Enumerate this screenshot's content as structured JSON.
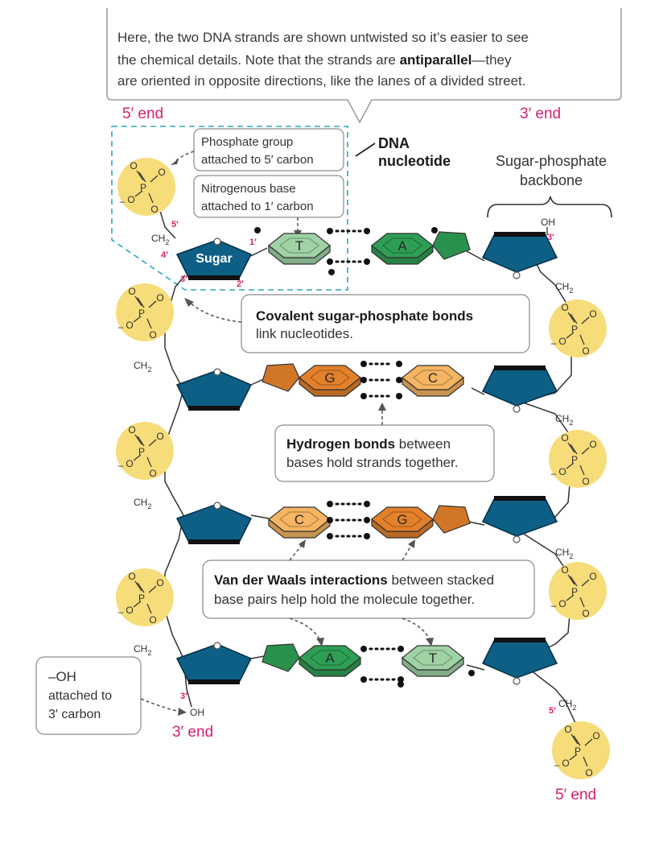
{
  "callouts": {
    "intro": {
      "line1": "Here, the two DNA strands are shown untwisted so it’s easier to see",
      "line2": "the chemical details. Note that the strands are",
      "line2_bold": "antiparallel",
      "line2_tail": "—they",
      "line3": "are oriented in opposite directions, like the lanes of a divided street."
    },
    "phosphate_group": {
      "line1": "Phosphate group",
      "line2": "attached to 5′ carbon"
    },
    "nitrogenous_base": {
      "line1": "Nitrogenous base",
      "line2": "attached to 1′ carbon"
    },
    "covalent": {
      "bold": "Covalent sugar-phosphate bonds",
      "line2": "link nucleotides."
    },
    "hydrogen": {
      "bold": "Hydrogen bonds",
      "tail": " between",
      "line2": "bases hold strands together."
    },
    "vdw": {
      "bold": "Van der Waals interactions",
      "tail": " between stacked",
      "line2": "base pairs help hold the molecule together."
    },
    "oh": {
      "line1": "–OH",
      "line2": "attached to",
      "line3": "3′ carbon"
    }
  },
  "labels": {
    "dna_nucleotide_1": "DNA",
    "dna_nucleotide_2": "nucleotide",
    "backbone_1": "Sugar-phosphate",
    "backbone_2": "backbone",
    "left_top_end": "5′ end",
    "right_top_end": "3′ end",
    "left_bottom_end": "3′ end",
    "right_bottom_end": "5′ end",
    "sugar": "Sugar"
  },
  "carbons": {
    "c5": "5′",
    "c4": "4′",
    "c3": "3′",
    "c2": "2′",
    "c1": "1′"
  },
  "atoms": {
    "O": "O",
    "P": "P",
    "CH2": "CH",
    "sub2": "2",
    "OH": "OH",
    "minus": "–"
  },
  "base_pairs": [
    {
      "left": "T",
      "right": "A"
    },
    {
      "left": "G",
      "right": "C"
    },
    {
      "left": "C",
      "right": "G"
    },
    {
      "left": "A",
      "right": "T"
    }
  ],
  "colors": {
    "sugar": "#0d5f86",
    "phosphate": "#f7dc7a",
    "thymine": "#9fd3a5",
    "adenine": "#2e9e54",
    "guanine": "#e3802a",
    "cytosine": "#f5b562",
    "accent_pink": "#d61f6e",
    "dashed_box": "#2fa3c4"
  }
}
